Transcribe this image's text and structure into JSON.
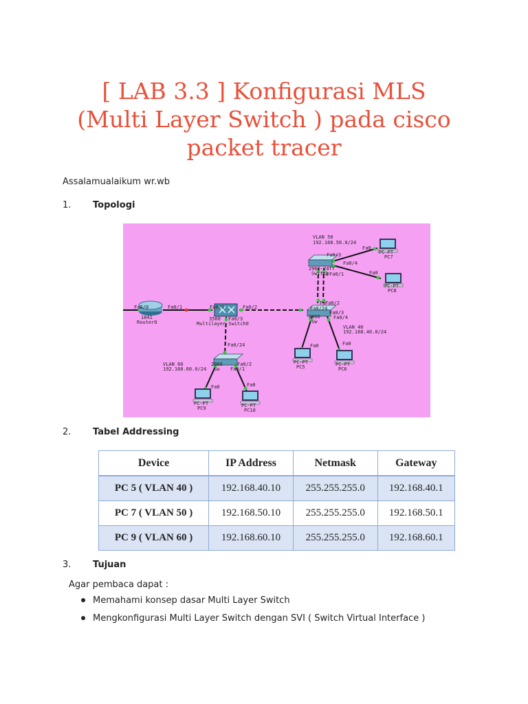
{
  "document": {
    "title_lines": [
      "[ LAB 3.3 ] Konfigurasi MLS",
      "(Multi Layer Switch ) pada cisco",
      "packet tracer"
    ],
    "greeting": "Assalamualaikum wr.wb"
  },
  "sections": [
    {
      "number": "1.",
      "label": "Topologi"
    },
    {
      "number": "2.",
      "label": "Tabel Addressing"
    },
    {
      "number": "3.",
      "label": "Tujuan"
    }
  ],
  "topology": {
    "background_color": "#f6a0f4",
    "devices": {
      "router": {
        "model": "1841",
        "name": "Router0"
      },
      "mls": {
        "model": "3560",
        "name": "Multilayer Switch0"
      },
      "switch_top": {
        "model": "2960-24TT",
        "name": "Switch"
      },
      "switch_mid": {
        "model": "2960",
        "name": "Sw"
      },
      "switch_bottom": {
        "model": "2960",
        "name": "Sw"
      },
      "pc7": {
        "type": "PC-PT",
        "name": "PC7"
      },
      "pc8": {
        "type": "PC-PT",
        "name": "PC8"
      },
      "pc5": {
        "type": "PC-PT",
        "name": "PC5"
      },
      "pc6": {
        "type": "PC-PT",
        "name": "PC6"
      },
      "pc9": {
        "type": "PC-PT",
        "name": "PC9"
      },
      "pc10": {
        "type": "PC-PT",
        "name": "PC10"
      }
    },
    "vlan_labels": {
      "vlan50": [
        "VLAN 50",
        "192.168.50.0/24"
      ],
      "vlan40": [
        "VLAN 40",
        "192.168.40.0/24"
      ],
      "vlan60": [
        "VLAN 60",
        "192.168.60.0/24"
      ]
    },
    "port_labels": {
      "router_fa00": "Fa0/0",
      "router_fa01": "Fa0/1",
      "mls_fa01": "Fa0/1",
      "mls_fa02": "Fa0/2",
      "mls_fa03": "Fa0/3",
      "top_fa03": "Fa0/3",
      "top_fa04": "Fa0/4",
      "top_fa01": "Fa0/1",
      "top_fa02": "Fa",
      "pc7_fa0": "Fa0",
      "pc8_fa0": "Fa0",
      "mid_fa024": "Fa0/24",
      "mid_fa02": "Fa0/2",
      "mid_fa01": "Fa",
      "mid_fa03": "Fa0/3",
      "mid_fa04": "Fa0/4",
      "pc5_fa0": "Fa0",
      "pc6_fa0": "Fa0",
      "bottom_fa024": "Fa0/24",
      "bottom_fa02": "Fa0/2",
      "bottom_fa01": "Fa0/1",
      "pc9_fa0": "Fa0",
      "pc10_fa0": "Fa0"
    }
  },
  "addressing_table": {
    "headers": [
      "Device",
      "IP Address",
      "Netmask",
      "Gateway"
    ],
    "rows": [
      [
        "PC 5 ( VLAN 40 )",
        "192.168.40.10",
        "255.255.255.0",
        "192.168.40.1"
      ],
      [
        "PC 7 ( VLAN 50 )",
        "192.168.50.10",
        "255.255.255.0",
        "192.168.50.1"
      ],
      [
        "PC 9 ( VLAN 60 )",
        "192.168.60.10",
        "255.255.255.0",
        "192.168.60.1"
      ]
    ]
  },
  "goals": {
    "intro": "Agar pembaca dapat :",
    "items": [
      "Memahami konsep dasar Multi Layer Switch",
      "Mengkonfigurasi Multi Layer Switch dengan SVI ( Switch Virtual Interface )"
    ]
  }
}
